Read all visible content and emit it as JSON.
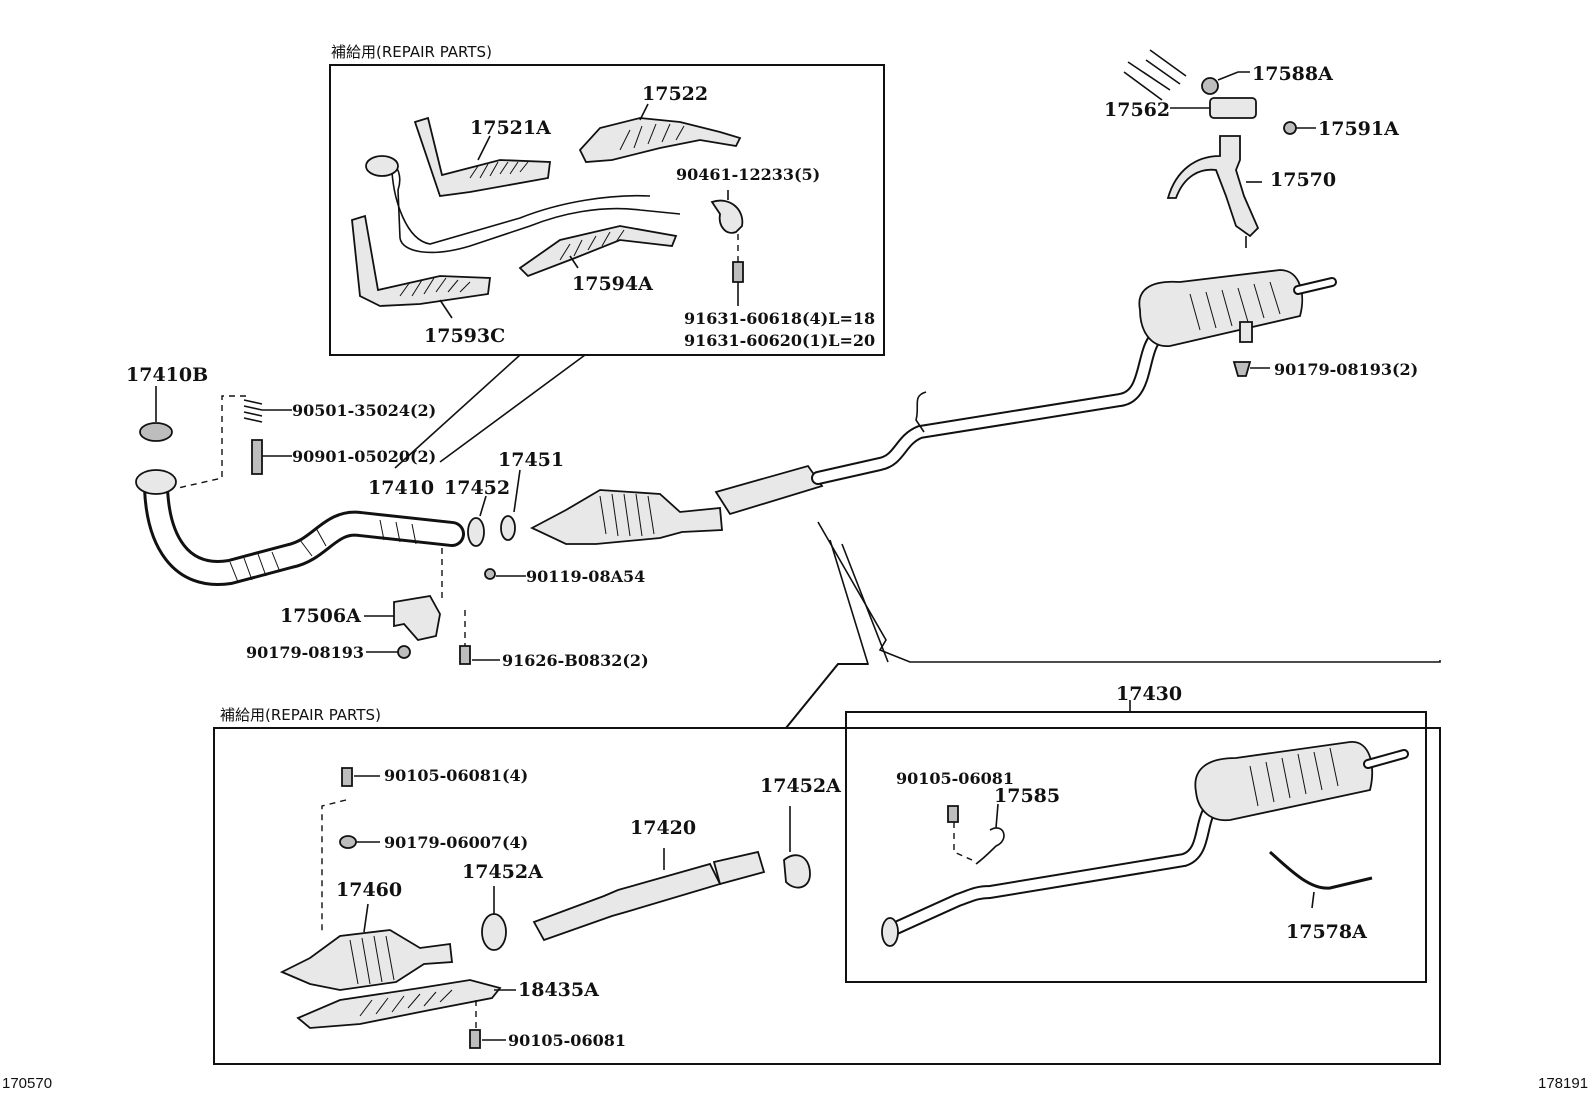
{
  "repair_parts_top": {
    "title": "補給用(REPAIR PARTS)"
  },
  "repair_parts_bottom": {
    "title": "補給用(REPAIR PARTS)"
  },
  "callouts": {
    "p17521A": "17521A",
    "p17522": "17522",
    "p90461": "90461-12233(5)",
    "p17594A": "17594A",
    "p91631a": "91631-60618(4)L=18",
    "p91631b": "91631-60620(1)L=20",
    "p17593C": "17593C",
    "p17588A": "17588A",
    "p17562": "17562",
    "p17591A": "17591A",
    "p17570": "17570",
    "p90179a": "90179-08193(2)",
    "p17410B": "17410B",
    "p90501": "90501-35024(2)",
    "p90901": "90901-05020(2)",
    "p17410": "17410",
    "p17452": "17452",
    "p17451": "17451",
    "p90119": "90119-08A54",
    "p17506A": "17506A",
    "p90179b": "90179-08193",
    "p91626": "91626-B0832(2)",
    "p17430": "17430",
    "p90105a": "90105-06081(4)",
    "p90179c": "90179-06007(4)",
    "p17452A_top": "17452A",
    "p17420": "17420",
    "p17452A_mid": "17452A",
    "p17460": "17460",
    "p18435A": "18435A",
    "p90105b": "90105-06081",
    "p90105c": "90105-06081",
    "p17585": "17585",
    "p17578A": "17578A"
  },
  "corner_codes": {
    "left": "170570",
    "right": "178191"
  }
}
